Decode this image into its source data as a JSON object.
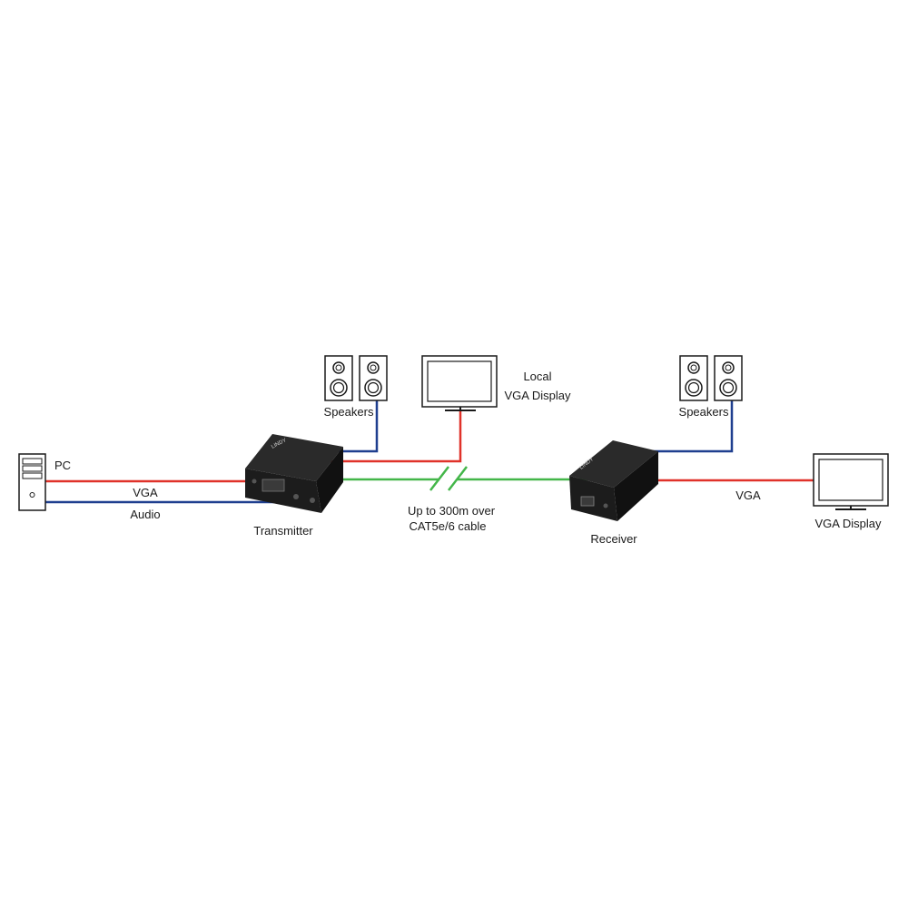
{
  "colors": {
    "vga": "#e0322a",
    "audio": "#1f3f8f",
    "cat": "#43b649",
    "device": "#1c1c1c"
  },
  "labels": {
    "pc": "PC",
    "vga_left": "VGA",
    "audio": "Audio",
    "speakers_left": "Speakers",
    "local_display_line1": "Local",
    "local_display_line2": "VGA Display",
    "transmitter": "Transmitter",
    "cable_line1": "Up to 300m over",
    "cable_line2": "CAT5e/6 cable",
    "receiver": "Receiver",
    "speakers_right": "Speakers",
    "vga_right": "VGA",
    "vga_display": "VGA Display"
  },
  "device_branding": {
    "transmitter_brand": "LINDY",
    "receiver_brand": "LINDY"
  }
}
